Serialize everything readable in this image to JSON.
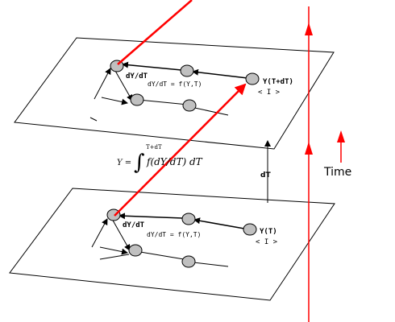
{
  "diagram": {
    "upper_plane": {
      "label_dydt": "dY/dT",
      "label_equation": "dY/dT = f(Y,T)",
      "label_state": "Y(T+dT)",
      "label_index": "< I >"
    },
    "lower_plane": {
      "label_dydt": "dY/dT",
      "label_equation": "dY/dT = f(Y,T)",
      "label_state": "Y(T)",
      "label_index": "< I >"
    },
    "integral": {
      "lhs": "Y =",
      "upper_limit": "T+dT",
      "integrand": "f(dY/dT) dT"
    },
    "dt_label": "dT",
    "time_label": "Time",
    "colors": {
      "time_axis": "#ff0000",
      "node_fill": "#c0c0c0",
      "line": "#000000"
    }
  }
}
